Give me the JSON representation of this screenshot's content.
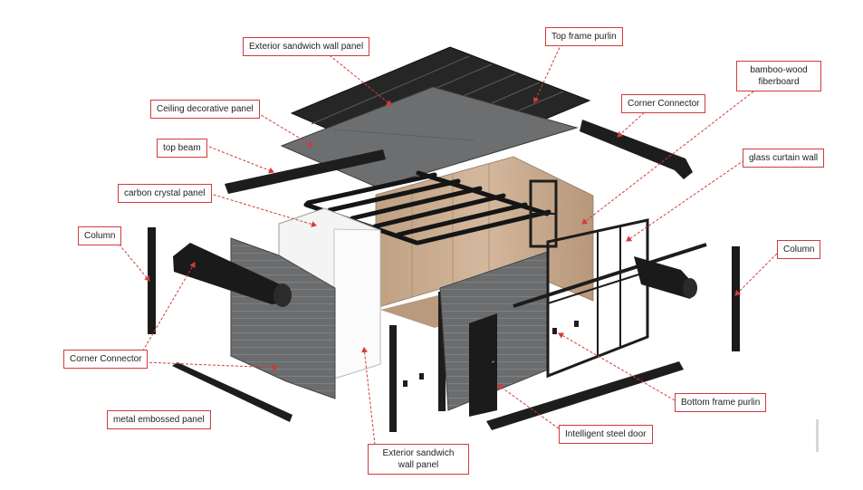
{
  "labels": {
    "exterior_sandwich_top": "Exterior sandwich wall panel",
    "top_frame_purlin": "Top frame purlin",
    "bamboo_wood": "bamboo-wood fiberboard",
    "ceiling_decorative": "Ceiling decorative panel",
    "corner_connector_top": "Corner Connector",
    "top_beam": "top beam",
    "glass_curtain_wall": "glass curtain wall",
    "carbon_crystal": "carbon crystal panel",
    "column_left": "Column",
    "column_right": "Column",
    "corner_connector_left": "Corner Connector",
    "metal_embossed": "metal embossed panel",
    "bottom_frame_purlin": "Bottom frame purlin",
    "intelligent_door": "Intelligent steel door",
    "exterior_sandwich_bottom": "Exterior sandwich wall panel"
  },
  "colors": {
    "leader": "#d23a3a",
    "dark_panel": "#2a2a2a",
    "grey_panel": "#6f7173",
    "wood": "#c9ab8f",
    "frame": "#1e1e1e"
  }
}
